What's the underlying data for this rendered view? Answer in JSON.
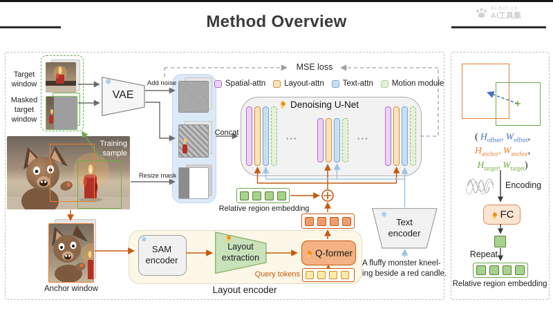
{
  "title": "Method Overview",
  "watermark": {
    "site": "ai-bot.cn",
    "name": "AI工具集"
  },
  "icons": {
    "snowflake": "❄"
  },
  "colors": {
    "spatial_attn": "#b06fd0",
    "layout_attn": "#dc8e33",
    "text_attn": "#74a7d8",
    "motion_module": "#8bc06a",
    "orange_flow": "#c55a11",
    "blue_flow": "#9cc3e5",
    "green_accent": "#6aa84f",
    "anchor_box_orange": "#ed7d31",
    "target_box_green": "#70ad47",
    "offset_blue": "#4472c4"
  },
  "left": {
    "target_window": "Target window",
    "masked_target_window": "Masked target window",
    "vae": "VAE",
    "add_noise": "Add noise",
    "resize_mask": "Resize mask",
    "training_sample": "Training sample",
    "anchor_window": "Anchor window"
  },
  "center": {
    "mse_loss": "MSE loss",
    "legend": [
      {
        "label": "Spatial-attn",
        "fill": "#eed2f6",
        "border": "#b06fd0"
      },
      {
        "label": "Layout-attn",
        "fill": "#fbe3bd",
        "border": "#dc8e33"
      },
      {
        "label": "Text-attn",
        "fill": "#cadef2",
        "border": "#74a7d8"
      },
      {
        "label": "Motion module",
        "fill": "#e4f1da",
        "border": "#8bc06a"
      }
    ],
    "concat": "Concat",
    "unet": {
      "label": "Denoising U-Net",
      "dots": "•••"
    },
    "relative_region_embedding": "Relative region embedding",
    "layout_encoder": {
      "sam": "SAM encoder",
      "extraction": "Layout extraction",
      "qformer": "Q-former",
      "query_tokens": "Query tokens",
      "label": "Layout encoder"
    },
    "text_encoder": "Text encoder",
    "prompt_line1": "A fluffy monster kneel-",
    "prompt_line2": "ing beside a red candle."
  },
  "right": {
    "tuple": {
      "open": "(",
      "close": ")",
      "comma": ",",
      "rows": [
        {
          "h": "H",
          "h_sub": "offset",
          "w": "W",
          "w_sub": "offset"
        },
        {
          "h": "H",
          "h_sub": "anchor",
          "w": "W",
          "w_sub": "anchor"
        },
        {
          "h": "H",
          "h_sub": "target",
          "w": "W",
          "w_sub": "target"
        }
      ]
    },
    "encoding": "Encoding",
    "fc": "FC",
    "repeat": "Repeat",
    "relative_region_embedding": "Relative region embedding"
  }
}
